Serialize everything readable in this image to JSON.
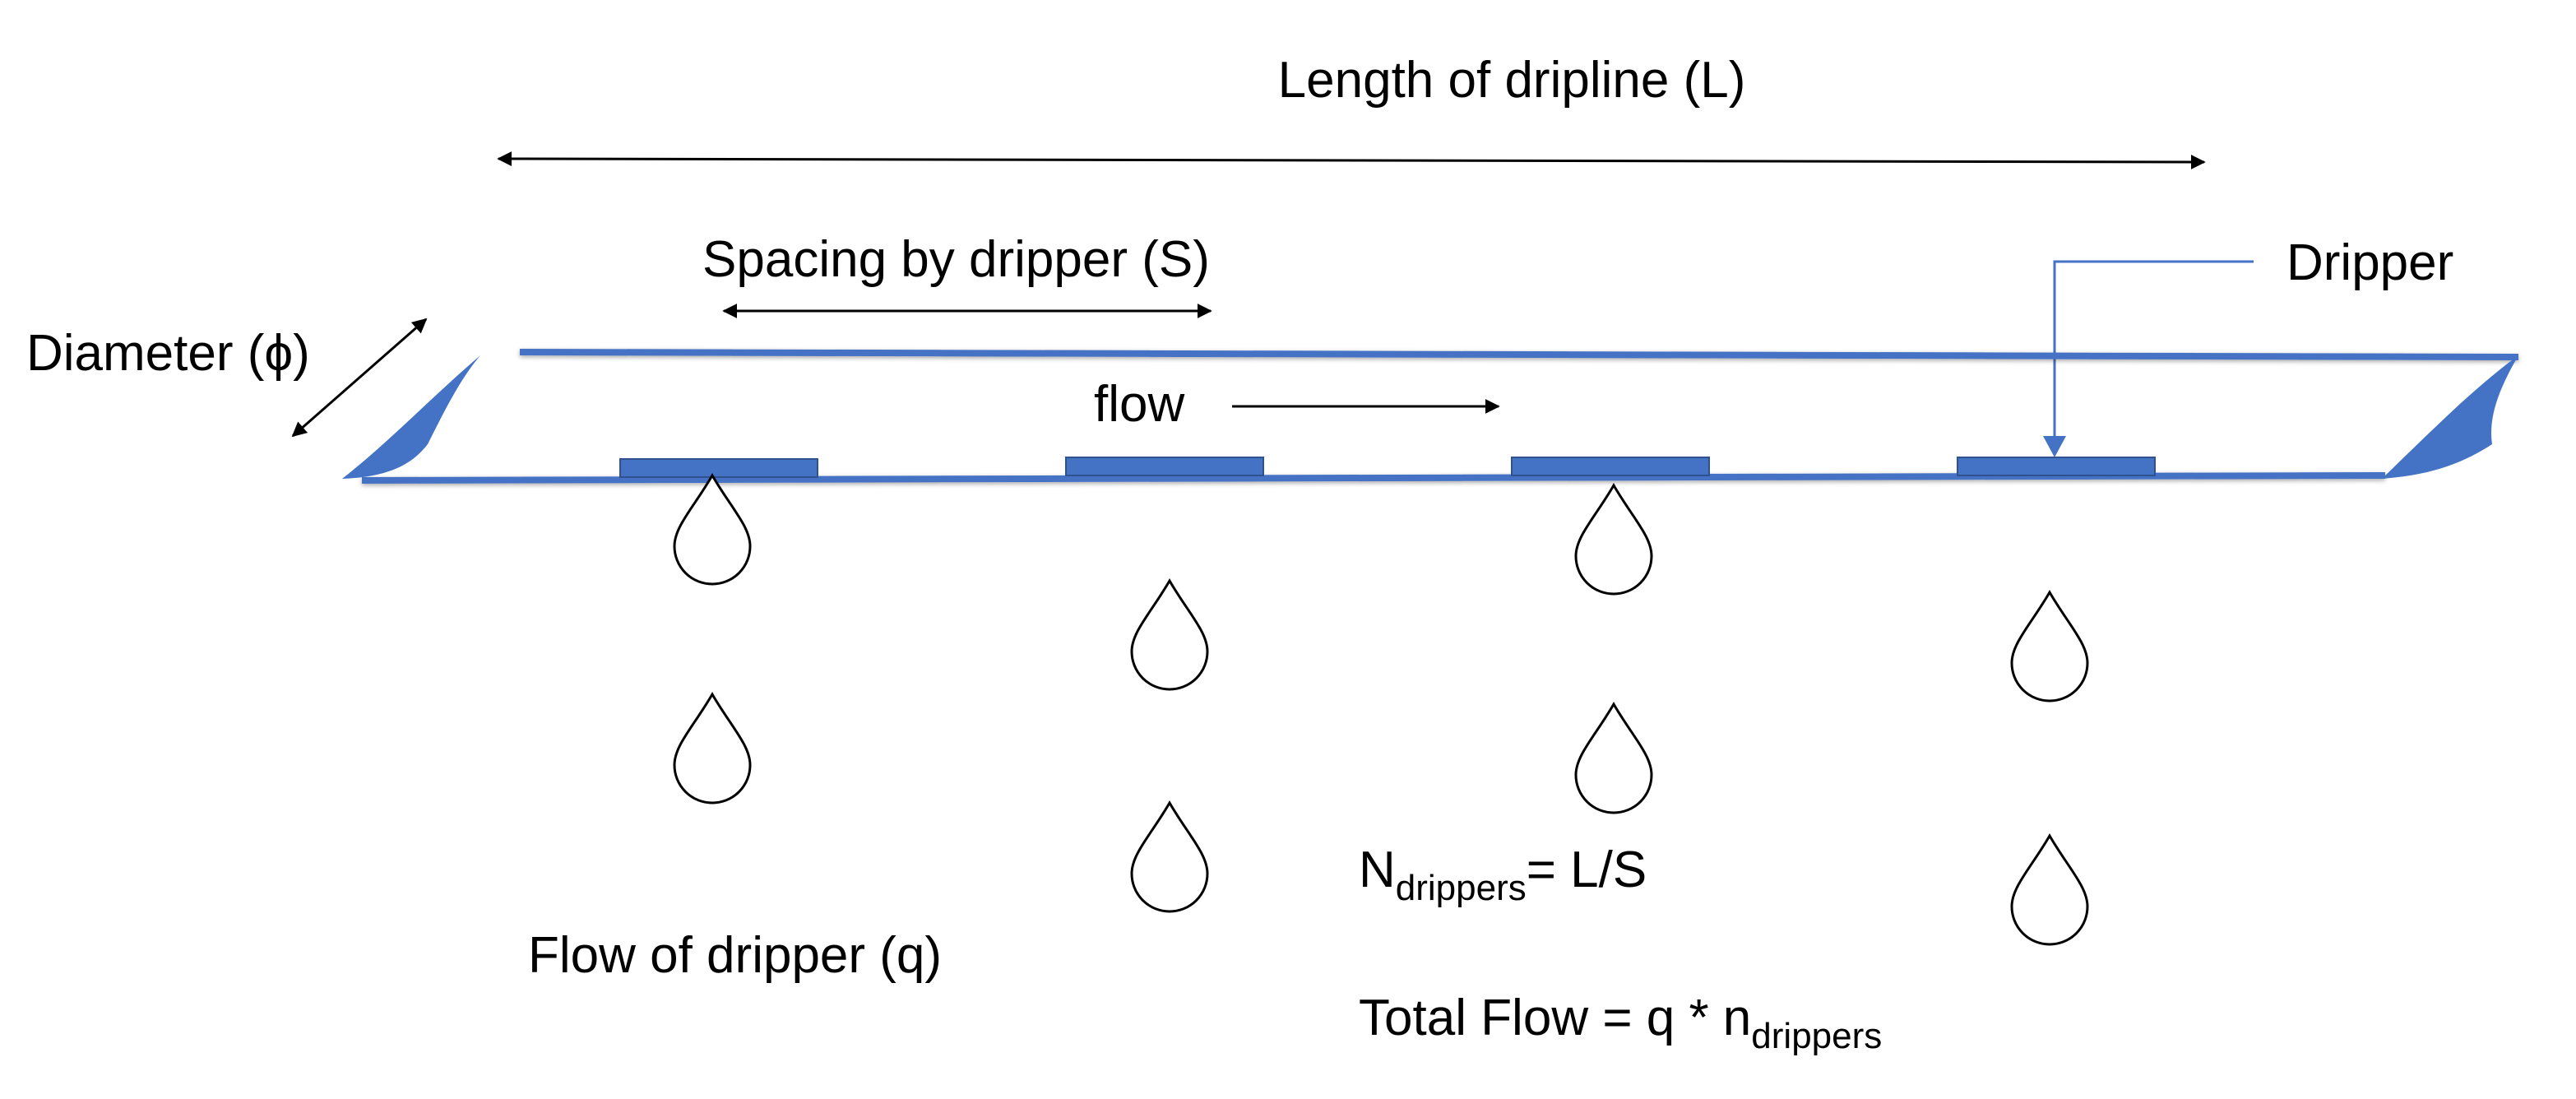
{
  "labels": {
    "length": "Length of dripline (L)",
    "spacing": "Spacing by dripper (S)",
    "diameter": "Diameter (ϕ)",
    "dripper": "Dripper",
    "flow": "flow",
    "flow_of_dripper": "Flow of dripper (q)"
  },
  "formulas": {
    "n_drippers": {
      "lhs_main": "N",
      "lhs_sub": "drippers",
      "rhs": "=  L/S"
    },
    "total_flow": {
      "lhs": "Total Flow = q * n",
      "sub": "drippers"
    }
  },
  "colors": {
    "pipe": "#4472c4",
    "dripper_fill": "#4472c4",
    "dripper_stroke": "#2f528f",
    "ink": "#000000"
  }
}
